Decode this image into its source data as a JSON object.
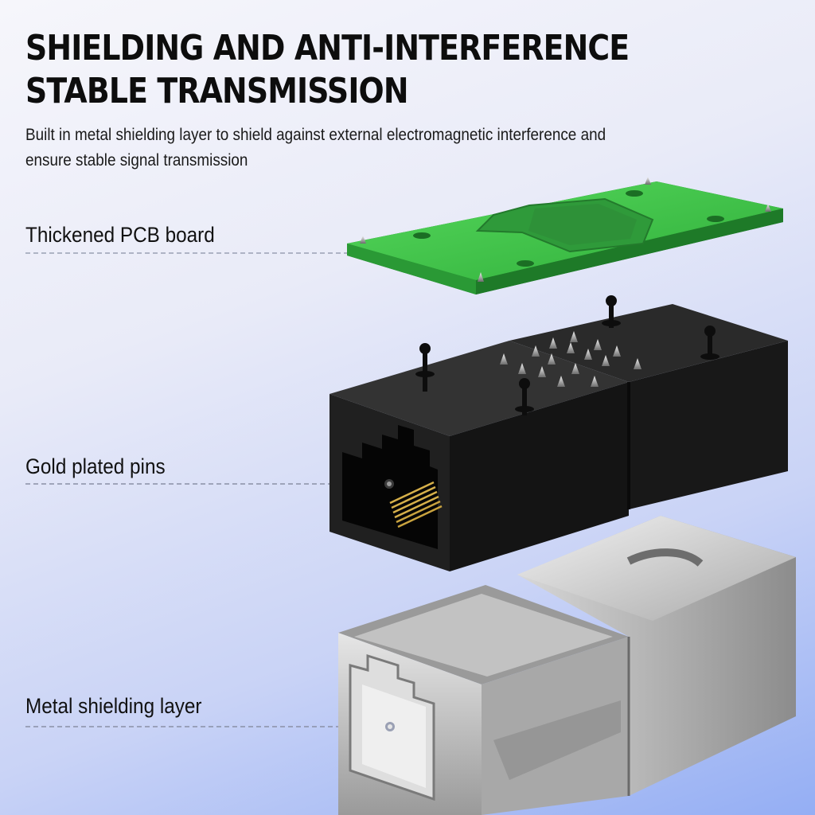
{
  "headline": {
    "line1": "SHIELDING AND ANTI-INTERFERENCE",
    "line2": "STABLE TRANSMISSION"
  },
  "subtitle": {
    "line1": "Built in metal shielding layer to shield against external electromagnetic interference and",
    "line2": "ensure stable signal transmission"
  },
  "callouts": [
    {
      "label": "Thickened PCB board",
      "icon": "pcb-board-icon"
    },
    {
      "label": "Gold plated pins",
      "icon": "gold-pins-icon"
    },
    {
      "label": "Metal shielding layer",
      "icon": "metal-shield-icon"
    }
  ],
  "colors": {
    "pcb_green": "#3fbf4a",
    "housing_black": "#1c1c1c",
    "metal_silver": "#c9c9c9",
    "pin_gold": "#d6b04a"
  }
}
